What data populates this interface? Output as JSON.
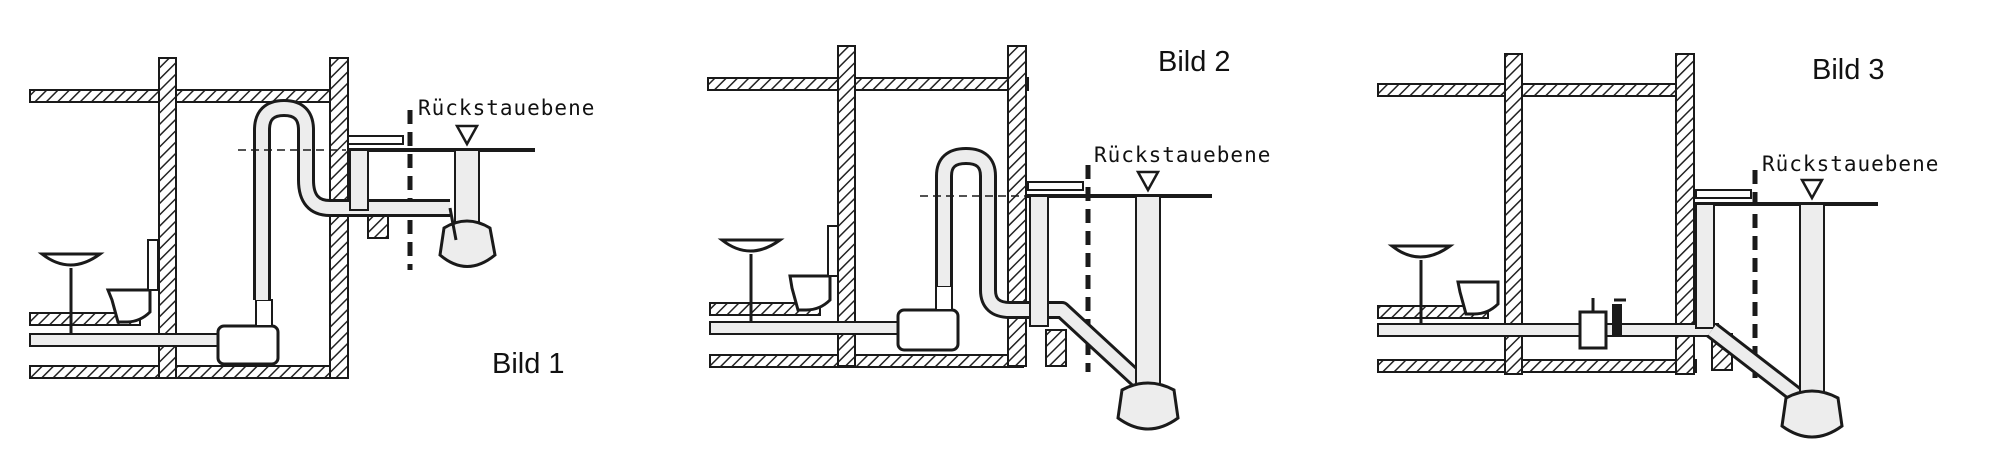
{
  "figures": [
    {
      "caption": "Bild 1",
      "label": "Rückstauebene"
    },
    {
      "caption": "Bild 2",
      "label": "Rückstauebene"
    },
    {
      "caption": "Bild 3",
      "label": "Rückstauebene"
    }
  ],
  "colors": {
    "ink": "#1a1a1a",
    "hatch": "#2a2a2a",
    "pipe_fill": "#ededed"
  }
}
